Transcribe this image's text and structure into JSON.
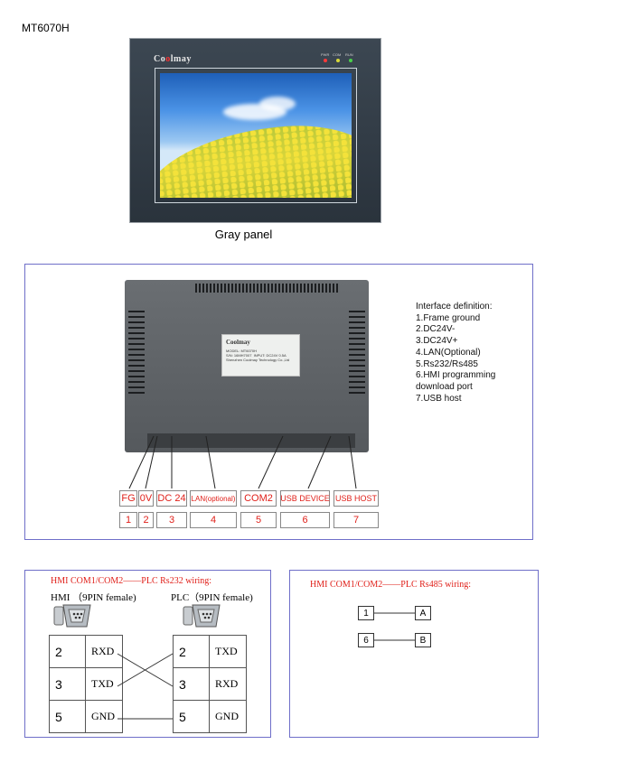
{
  "model": "MT6070H",
  "front_panel": {
    "brand": "Coolmay",
    "led_labels": [
      "PWR",
      "COM",
      "RUN"
    ],
    "caption": "Gray panel"
  },
  "rear_panel": {
    "sticker_brand": "Coolmay",
    "sticker_lines": "MODEL: MT6070H\nS/N: 16MH7007  INPUT: DC24V 0.5A\nShenzhen Coolmay Technology Co.,Ltd"
  },
  "interface_definition": {
    "title": "Interface definition:",
    "items": [
      "1.Frame ground",
      "2.DC24V-",
      "3.DC24V+",
      "4.LAN(Optional)",
      "5.Rs232/Rs485",
      "6.HMI programming",
      "download port",
      "7.USB host"
    ]
  },
  "ports": [
    {
      "label": "FG",
      "num": "1"
    },
    {
      "label": "0V",
      "num": "2"
    },
    {
      "label": "DC 24",
      "num": "3"
    },
    {
      "label": "LAN(optional)",
      "num": "4"
    },
    {
      "label": "COM2",
      "num": "5"
    },
    {
      "label": "USB DEVICE",
      "num": "6"
    },
    {
      "label": "USB HOST",
      "num": "7"
    }
  ],
  "rs232": {
    "title": "HMI COM1/COM2——PLC Rs232 wiring:",
    "hmi_head": "HMI （9PIN female)",
    "plc_head": "PLC（9PIN female)",
    "hmi_pins": [
      {
        "pin": "2",
        "sig": "RXD"
      },
      {
        "pin": "3",
        "sig": "TXD"
      },
      {
        "pin": "5",
        "sig": "GND"
      }
    ],
    "plc_pins": [
      {
        "pin": "2",
        "sig": "TXD"
      },
      {
        "pin": "3",
        "sig": "RXD"
      },
      {
        "pin": "5",
        "sig": "GND"
      }
    ]
  },
  "rs485": {
    "title": "HMI COM1/COM2——PLC Rs485 wiring:",
    "pairs": [
      {
        "hmi": "1",
        "plc": "A"
      },
      {
        "hmi": "6",
        "plc": "B"
      }
    ]
  },
  "colors": {
    "accent_red": "#e0201a",
    "frame_blue": "#6f6fc9"
  }
}
